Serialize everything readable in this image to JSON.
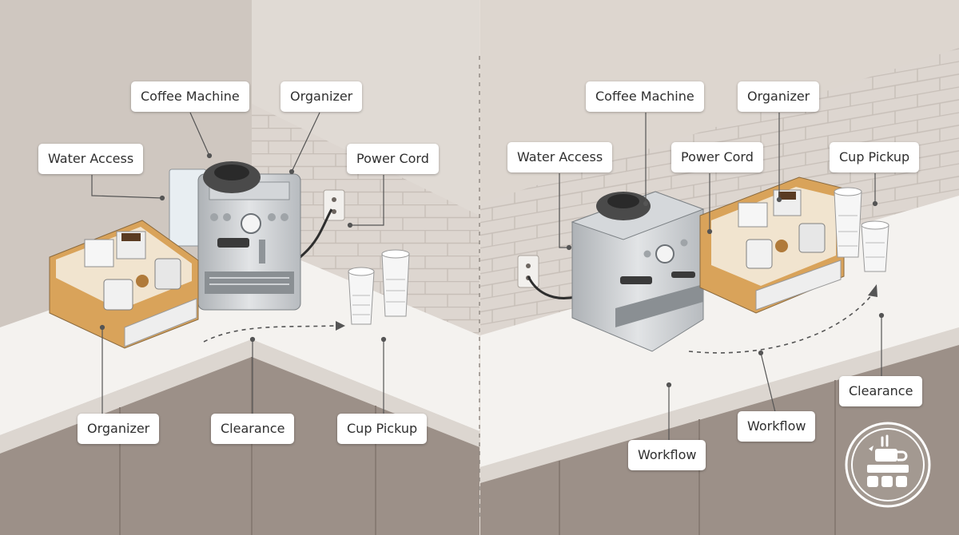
{
  "panels": {
    "left": {
      "labels": {
        "coffee_machine": "Coffee Machine",
        "organizer_top": "Organizer",
        "water_access": "Water Access",
        "power_cord": "Power Cord",
        "organizer_bottom": "Organizer",
        "clearance": "Clearance",
        "cup_pickup": "Cup Pickup"
      }
    },
    "right": {
      "labels": {
        "coffee_machine": "Coffee Machine",
        "organizer": "Organizer",
        "water_access": "Water Access",
        "power_cord": "Power Cord",
        "cup_pickup": "Cup Pickup",
        "clearance": "Clearance",
        "workflow_mid": "Workflow",
        "workflow_low": "Workflow"
      }
    }
  },
  "colors": {
    "wall": "#d8d1ca",
    "counter": "#f3f1ee",
    "cabinet": "#9b8f87",
    "wood": "#d9a35a",
    "steel": "#c9cccf",
    "badge": "#a39991"
  },
  "icons": {
    "badge": "coffee-machine-icon"
  }
}
